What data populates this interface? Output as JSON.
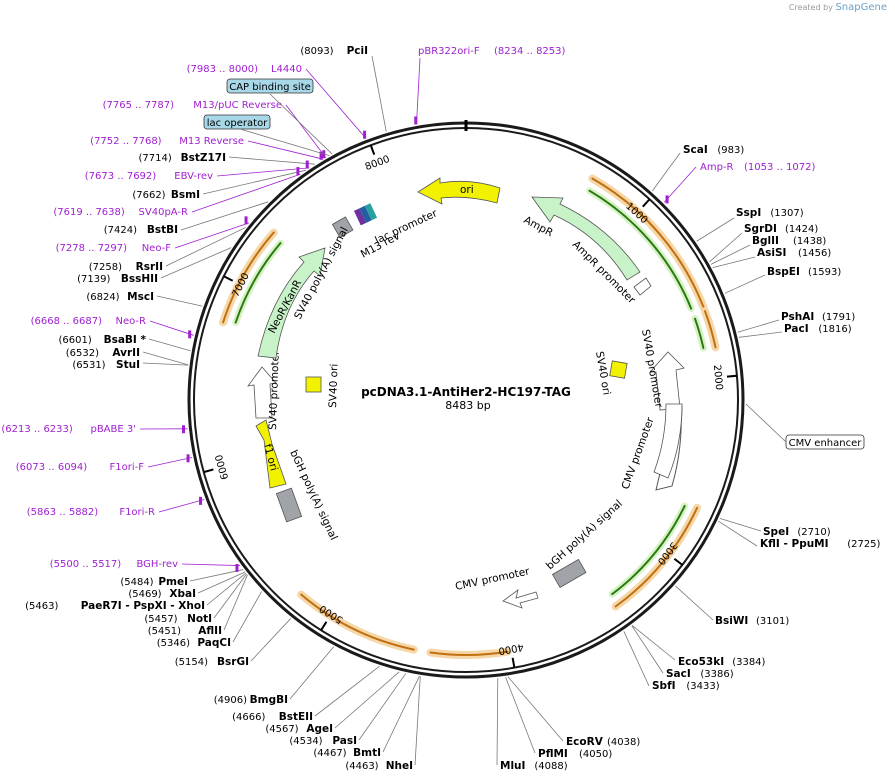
{
  "watermark": {
    "prefix": "Created by",
    "brand": "SnapGene"
  },
  "plasmid": {
    "name": "pcDNA3.1-AntiHer2-HC197-TAG",
    "length": "8483 bp"
  },
  "colors": {
    "ring": "#1a1a1a",
    "orange": "#d98a2a",
    "green": "#3a8a1a",
    "yellow": "#f2f200",
    "lightgreen": "#c8f2c8",
    "gray": "#a0a4a8",
    "purple": "#a020d0",
    "label_box": "#a8d8e8"
  },
  "ticks": [
    "1000",
    "2000",
    "3000",
    "4000",
    "5000",
    "6000",
    "7000",
    "8000"
  ],
  "enzymes": [
    {
      "name": "PciI",
      "pos": "(8093)",
      "side": "left",
      "anchor": "top"
    },
    {
      "name": "ScaI",
      "pos": "(983)",
      "side": "right"
    },
    {
      "name": "SspI",
      "pos": "(1307)",
      "side": "right"
    },
    {
      "name": "SgrDI",
      "pos": "(1424)",
      "side": "right"
    },
    {
      "name": "BglII",
      "pos": "(1438)",
      "side": "right"
    },
    {
      "name": "AsiSI",
      "pos": "(1456)",
      "side": "right"
    },
    {
      "name": "BspEI",
      "pos": "(1593)",
      "side": "right"
    },
    {
      "name": "PshAI",
      "pos": "(1791)",
      "side": "right"
    },
    {
      "name": "PacI",
      "pos": "(1816)",
      "side": "right"
    },
    {
      "name": "SpeI",
      "pos": "(2710)",
      "side": "right"
    },
    {
      "name": "KflI - PpuMI",
      "pos": "(2725)",
      "side": "right"
    },
    {
      "name": "BsiWI",
      "pos": "(3101)",
      "side": "right"
    },
    {
      "name": "Eco53kI",
      "pos": "(3384)",
      "side": "right"
    },
    {
      "name": "SacI",
      "pos": "(3386)",
      "side": "right"
    },
    {
      "name": "SbfI",
      "pos": "(3433)",
      "side": "right"
    },
    {
      "name": "EcoRV",
      "pos": "(4038)",
      "side": "right"
    },
    {
      "name": "PflMI",
      "pos": "(4050)",
      "side": "right"
    },
    {
      "name": "MluI",
      "pos": "(4088)",
      "side": "right"
    },
    {
      "name": "NheI",
      "pos": "(4463)",
      "side": "left"
    },
    {
      "name": "BmtI",
      "pos": "(4467)",
      "side": "left"
    },
    {
      "name": "PasI",
      "pos": "(4534)",
      "side": "left"
    },
    {
      "name": "AgeI",
      "pos": "(4567)",
      "side": "left"
    },
    {
      "name": "BstEII",
      "pos": "(4666)",
      "side": "left"
    },
    {
      "name": "BmgBI",
      "pos": "(4906)",
      "side": "left"
    },
    {
      "name": "BsrGI",
      "pos": "(5154)",
      "side": "left"
    },
    {
      "name": "PaqCI",
      "pos": "(5346)",
      "side": "left"
    },
    {
      "name": "AflII",
      "pos": "(5451)",
      "side": "left"
    },
    {
      "name": "NotI",
      "pos": "(5457)",
      "side": "left"
    },
    {
      "name": "PaeR7I - PspXI - XhoI",
      "pos": "(5463)",
      "side": "left"
    },
    {
      "name": "XbaI",
      "pos": "(5469)",
      "side": "left"
    },
    {
      "name": "PmeI",
      "pos": "(5484)",
      "side": "left"
    },
    {
      "name": "StuI",
      "pos": "(6531)",
      "side": "left"
    },
    {
      "name": "AvrII",
      "pos": "(6532)",
      "side": "left"
    },
    {
      "name": "BsaBI *",
      "pos": "(6601)",
      "side": "left"
    },
    {
      "name": "MscI",
      "pos": "(6824)",
      "side": "left"
    },
    {
      "name": "BssHII",
      "pos": "(7139)",
      "side": "left"
    },
    {
      "name": "RsrII",
      "pos": "(7258)",
      "side": "left"
    },
    {
      "name": "BstBI",
      "pos": "(7424)",
      "side": "left"
    },
    {
      "name": "BsmI",
      "pos": "(7662)",
      "side": "left"
    },
    {
      "name": "BstZ17I",
      "pos": "(7714)",
      "side": "left"
    }
  ],
  "primers": [
    {
      "name": "pBR322ori-F",
      "range": "(8234 .. 8253)"
    },
    {
      "name": "L4440",
      "range": "(7983 .. 8000)"
    },
    {
      "name": "M13/pUC Reverse",
      "range": "(7765 .. 7787)"
    },
    {
      "name": "M13 Reverse",
      "range": "(7752 .. 7768)"
    },
    {
      "name": "EBV-rev",
      "range": "(7673 .. 7692)"
    },
    {
      "name": "SV40pA-R",
      "range": "(7619 .. 7638)"
    },
    {
      "name": "Neo-F",
      "range": "(7278 .. 7297)"
    },
    {
      "name": "Neo-R",
      "range": "(6668 .. 6687)"
    },
    {
      "name": "pBABE 3'",
      "range": "(6213 .. 6233)"
    },
    {
      "name": "F1ori-F",
      "range": "(6073 .. 6094)"
    },
    {
      "name": "F1ori-R",
      "range": "(5863 .. 5882)"
    },
    {
      "name": "BGH-rev",
      "range": "(5500 .. 5517)"
    },
    {
      "name": "Amp-R",
      "range": "(1053 .. 1072)"
    }
  ],
  "boxed_labels": [
    "CAP binding site",
    "lac operator",
    "CMV enhancer"
  ],
  "features": [
    "ori",
    "AmpR",
    "AmpR promoter",
    "SV40 promoter",
    "SV40 ori",
    "CMV promoter",
    "bGH poly(A) signal",
    "CMV promoter",
    "bGH poly(A) signal",
    "f1 ori",
    "SV40 promoter",
    "SV40 ori",
    "NeoR/KanR",
    "SV40 poly(A) signal",
    "M13 rev",
    "lac promoter"
  ]
}
